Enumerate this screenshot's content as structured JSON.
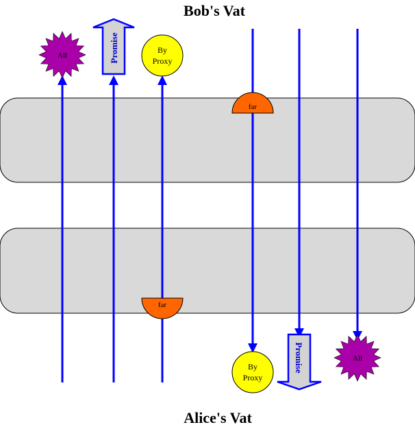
{
  "diagram": {
    "top_title": "Bob's Vat",
    "bottom_title": "Alice's Vat",
    "labels": {
      "all": "All",
      "promise": "Promise",
      "by_proxy_line1": "By",
      "by_proxy_line2": "Proxy",
      "far": "far"
    },
    "colors": {
      "band": "#d9d9d9",
      "band_stroke": "#000000",
      "line": "#0000ff",
      "all_star": "#aa00aa",
      "proxy_circle": "#ffff00",
      "far_half_circle": "#ff6600",
      "promise_arrow_fill": "#d3d3d3",
      "promise_arrow_stroke": "#0000ff"
    },
    "icons": [
      "star-burst-icon",
      "promise-arrow-icon",
      "circle-icon",
      "half-circle-icon"
    ]
  }
}
